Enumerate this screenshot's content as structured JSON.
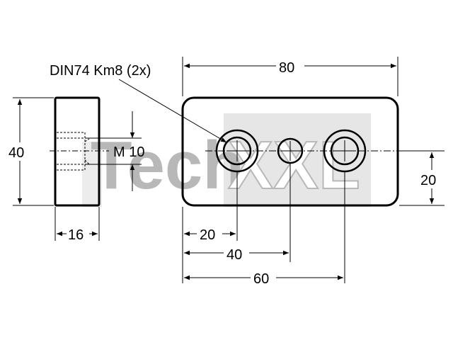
{
  "watermark": {
    "part_a": "Tech",
    "part_b": "XXL",
    "color": "#b8b8b8"
  },
  "drawing": {
    "line_color": "#000000",
    "callout_label": "DIN74 Km8 (2x)",
    "thread_label": "M 10",
    "side_view": {
      "height_dim": "40",
      "width_dim": "16"
    },
    "front_view": {
      "overall_width_dim": "80",
      "hole_height_dim": "20",
      "hole_position_dims": [
        "20",
        "40",
        "60"
      ]
    }
  }
}
